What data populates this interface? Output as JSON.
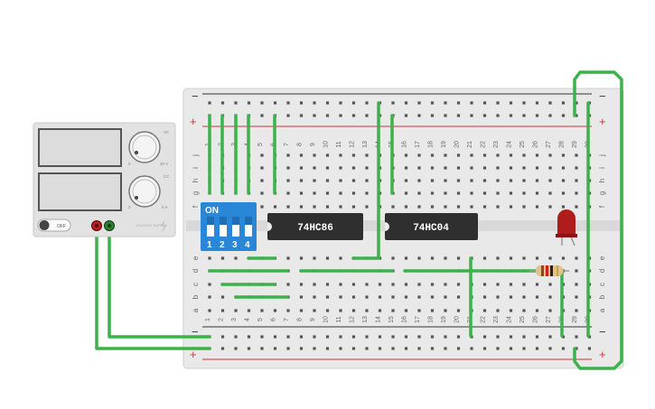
{
  "breadboard": {
    "columns": [
      "1",
      "2",
      "3",
      "4",
      "5",
      "6",
      "7",
      "8",
      "9",
      "10",
      "11",
      "12",
      "13",
      "14",
      "15",
      "16",
      "17",
      "18",
      "19",
      "20",
      "21",
      "22",
      "23",
      "24",
      "25",
      "26",
      "27",
      "28",
      "29",
      "30"
    ],
    "rows_top": [
      "j",
      "i",
      "h",
      "g",
      "f"
    ],
    "rows_bottom": [
      "e",
      "d",
      "c",
      "b",
      "a"
    ],
    "rail_minus": "−",
    "rail_plus": "+"
  },
  "power_supply": {
    "voltage_knob_label": "VC",
    "current_knob_label": "CC",
    "voltage_max": "30 V",
    "current_max": "5 A",
    "knob_min": "0",
    "switch_label": "OFF",
    "brand_text": "VOLTAGE SUPPLY"
  },
  "dip_switch": {
    "on_label": "ON",
    "switch_numbers": [
      "1",
      "2",
      "3",
      "4"
    ],
    "body_color": "#2a86d6"
  },
  "chips": {
    "chip1_label": "74HC86",
    "chip2_label": "74HC04"
  },
  "components": {
    "led_color": "#b01c1c",
    "resistor_body_color": "#e1c28f"
  },
  "colors": {
    "wire": "#3cb24a",
    "rail_red": "#d43b3b",
    "board": "#e9e9e9"
  }
}
